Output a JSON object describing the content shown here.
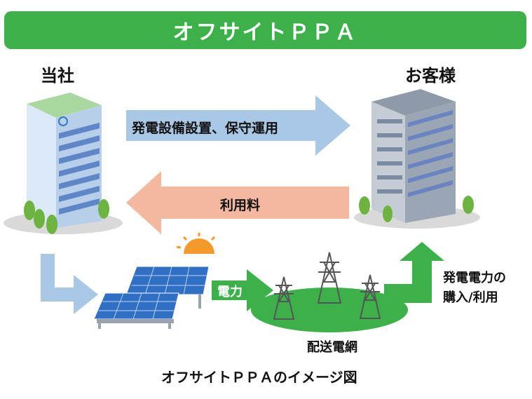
{
  "banner": {
    "title": "オフサイトＰＰＡ"
  },
  "company": {
    "label": "当社"
  },
  "customer": {
    "label": "お客様"
  },
  "flows": {
    "service": "発電設備設置、保守運用",
    "fee": "利用料",
    "power": "電力",
    "purchase_line1": "発電電力の",
    "purchase_line2": "購入/利用"
  },
  "grid": {
    "label": "配送電網"
  },
  "caption": "オフサイトＰＰＡのイメージ図",
  "colors": {
    "banner": "#3cb14a",
    "service_arrow": "#a9c8e6",
    "fee_arrow": "#f3b89f",
    "green_arrow": "#3cb14a",
    "blue_arrow": "#a9c8e6",
    "grid_field": "#3cb14a"
  },
  "icons": [
    "office-building-icon",
    "customer-building-icon",
    "sun-icon",
    "solar-panel-icon",
    "transmission-tower-icon",
    "tree-icon"
  ]
}
